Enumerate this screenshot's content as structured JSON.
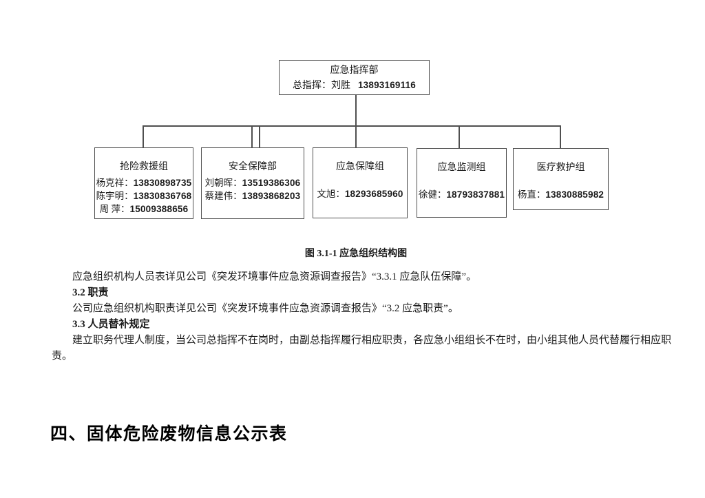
{
  "colors": {
    "line": "#4f4f4f",
    "text": "#1a1a1a",
    "background": "#ffffff"
  },
  "org_chart": {
    "caption": "图 3.1-1 应急组织结构图",
    "root": {
      "title": "应急指挥部",
      "leader_label": "总指挥：刘胜",
      "leader_phone": "13893169116"
    },
    "groups": [
      {
        "title": "抢险救援组",
        "members": [
          {
            "name": "杨克祥：",
            "phone": "13830898735"
          },
          {
            "name": "陈宇明：",
            "phone": "13830836768"
          },
          {
            "name": "周 萍：",
            "phone": "15009388656"
          }
        ]
      },
      {
        "title": "安全保障部",
        "members": [
          {
            "name": "刘朝晖：",
            "phone": "13519386306"
          },
          {
            "name": "蔡建伟：",
            "phone": "13893868203"
          }
        ]
      },
      {
        "title": "应急保障组",
        "members": [
          {
            "name": "文旭：",
            "phone": "18293685960"
          }
        ]
      },
      {
        "title": "应急监测组",
        "members": [
          {
            "name": "徐健：",
            "phone": "18793837881"
          }
        ]
      },
      {
        "title": "医疗救护组",
        "members": [
          {
            "name": "杨直：",
            "phone": "13830885982"
          }
        ]
      }
    ]
  },
  "sections": {
    "para_intro": "应急组织机构人员表详见公司《突发环境事件应急资源调查报告》“3.3.1 应急队伍保障”。",
    "heading_3_2": "3.2 职责",
    "para_3_2": "公司应急组织机构职责详见公司《突发环境事件应急资源调查报告》“3.2 应急职责”。",
    "heading_3_3": "3.3 人员替补规定",
    "para_3_3": "建立职务代理人制度，当公司总指挥不在岗时，由副总指挥履行相应职责，各应急小组组长不在时，由小组其他人员代替履行相应职责。",
    "heading_section4": "四、固体危险废物信息公示表"
  }
}
